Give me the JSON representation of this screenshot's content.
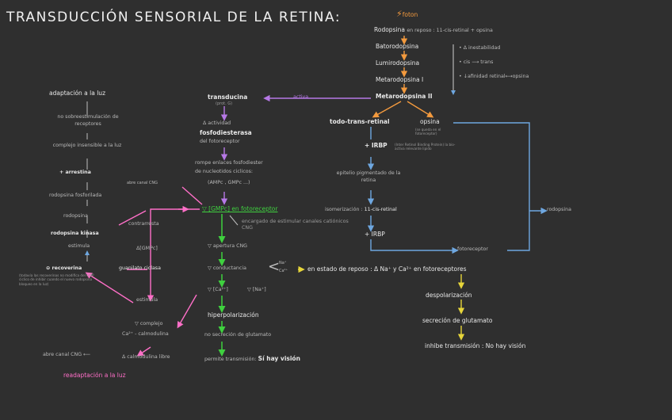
{
  "title": "TRANSDUCCIÓN SENSORIAL DE LA RETINA:",
  "cycle": {
    "foton": "foton",
    "rodopsina_reposo": "Rodopsina",
    "reposo_detail": "en reposo : 11-cis-retinal + opsina",
    "batorodopsina": "Batorodopsina",
    "lumirodopsina": "Lumirodopsina",
    "metarodopsina_1": "Metarodopsina I",
    "metarodopsina_2": "Metarodopsina II",
    "note_1": "• Δ inestabilidad",
    "note_2": "• cis ⟶ trans",
    "note_3": "• ↓afinidad retinal⟷opsina"
  },
  "transducina": {
    "activa": "activa",
    "label": "transducina",
    "sub": "(prot. G)",
    "actividad": "Δ actividad",
    "fosfo": "fosfodiesterasa",
    "fotorrec": "del fotoreceptor",
    "rompe": "rompe enlaces fosfodiester",
    "nucleotidos": "de nucleotidos ciclicos:",
    "amp": "(AMPc , GMPc ...)"
  },
  "center_chain": {
    "cgmp": "▽ [GMPc] en fotoreceptor",
    "cng_note": "encargado de estimular canales catiónicos CNG",
    "apertura": "▽ apertura CNG",
    "conductancia": "▽ conductancia",
    "na": "Na⁺",
    "ca": "Ca²⁺",
    "ca_int": "▽ [Ca²⁺]",
    "na_int": "▽ [Na⁺]",
    "hiper": "hiperpolarización",
    "no_secrecion": "no secreción de glutamato",
    "permite": "permite transmisión:",
    "si_vision": "Sí hay visión"
  },
  "reposo": {
    "texto": "en estado de reposo : Δ Na⁺ y Ca²⁺ en fotoreceptores",
    "despolar": "despolarización",
    "secrecion": "secreción de glutamato",
    "inhibe": "inhibe transmisión :",
    "no_vision": "No hay visión"
  },
  "right_cycle": {
    "todo_trans": "todo-trans-retinal",
    "opsina": "opsina",
    "opsina_note": "(se queda en el fotoreceptor)",
    "irbp1": "+ IRBP",
    "irbp_note": "(Inter Retinol Binding Protein) la bio-activa relevante lipido",
    "epitelio": "epitelio pigmentado de la retina",
    "isomerizacion": "isomerización :",
    "cis11": "11-cis-retinal",
    "irbp2": "+ IRBP",
    "fotorreceptor": "fotoreceptor",
    "rodopsina": "rodopsina"
  },
  "left_column": {
    "adaptacion": "adaptación a la luz",
    "no_sobre": "no sobreestimulación de receptores",
    "complejo_ins": "complejo insensible a la luz",
    "arrestina": "+ arrestina",
    "fosforilada": "rodopsina fosforilada",
    "rodopsina": "rodopsina",
    "kinasa": "rodopsina kinasa",
    "estimula": "estimula",
    "recoverina": "⊖ recoverina",
    "recoverina_note": "(todavía las recoverinas no modifica del GMP ciclico de inhibir cuando el nuevo rodopsina bloqueo en la luz)",
    "abre_cnd": "abre canal CNG",
    "contrarresta": "contrarresta",
    "cgmp_delta": "Δ[GMPc]",
    "guanilato": "guanilato ciclasa",
    "estimula2": "estimula",
    "complejo_ca": "▽ complejo",
    "calmodulina": "Ca²⁺ - calmodulina",
    "abre_cnd2": "abre canal CNG ⟵",
    "ca_libre": "Δ calmodulina libre",
    "readaptacion": "readaptación a la luz"
  },
  "colors": {
    "background": "#2f2f2f",
    "orange": "#f39a3e",
    "green": "#3fd13f",
    "pink": "#ff6fc8",
    "purple": "#b678e6",
    "blue": "#6ea7e0",
    "yellow": "#e6d53a"
  }
}
